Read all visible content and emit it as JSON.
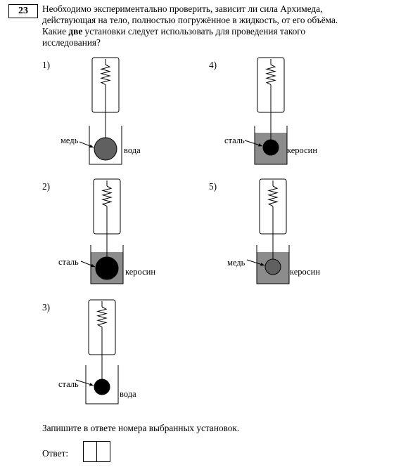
{
  "question": {
    "number": "23",
    "text_line1": "Необходимо экспериментально проверить, зависит ли сила Архимеда,",
    "text_line2": "действующая на тело, полностью погружённое в жидкость, от его объёма.",
    "text_line3_pre": "Какие ",
    "text_line3_bold": "две",
    "text_line3_post": " установки следует использовать для проведения такого",
    "text_line4": "исследования?"
  },
  "setups": [
    {
      "number": "1)",
      "metal": "медь",
      "liquid": "вода",
      "liquid_color": "#ffffff",
      "ball_color": "#606060",
      "ball_size": "large"
    },
    {
      "number": "2)",
      "metal": "сталь",
      "liquid": "керосин",
      "liquid_color": "#8c8c8c",
      "ball_color": "#000000",
      "ball_size": "large"
    },
    {
      "number": "3)",
      "metal": "сталь",
      "liquid": "вода",
      "liquid_color": "#ffffff",
      "ball_color": "#000000",
      "ball_size": "small"
    },
    {
      "number": "4)",
      "metal": "сталь",
      "liquid": "керосин",
      "liquid_color": "#8c8c8c",
      "ball_color": "#000000",
      "ball_size": "small"
    },
    {
      "number": "5)",
      "metal": "медь",
      "liquid": "керосин",
      "liquid_color": "#8c8c8c",
      "ball_color": "#606060",
      "ball_size": "small"
    }
  ],
  "instruction": "Запишите в ответе номера выбранных установок.",
  "answer_label": "Ответ:"
}
